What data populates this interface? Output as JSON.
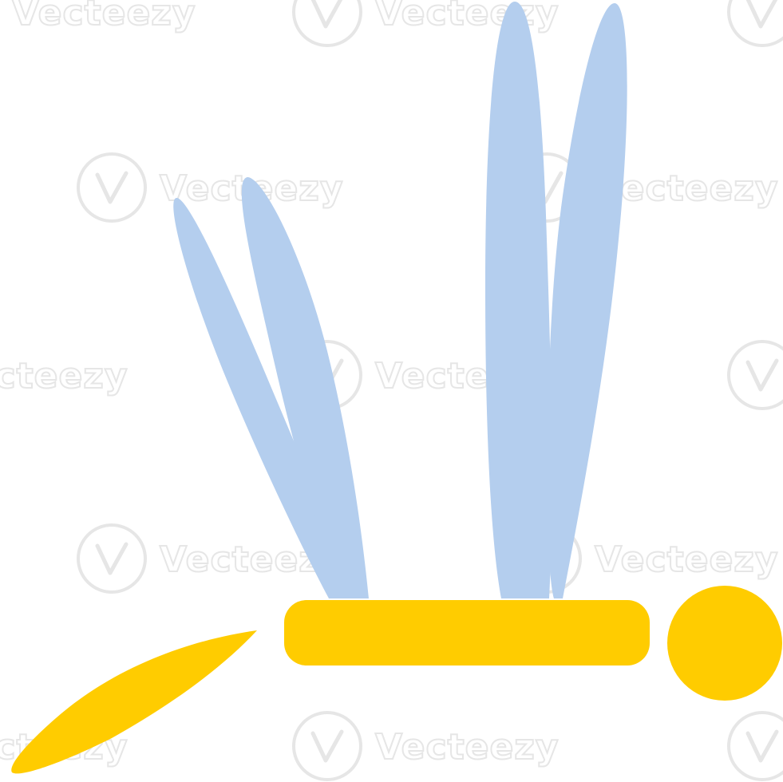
{
  "illustration": {
    "subject": "dragonfly",
    "colors": {
      "wing": "#b4ceee",
      "body": "#ffcc00",
      "background": "#ffffff",
      "watermark": "#e6e6e6"
    },
    "parts": [
      "front-wing-left",
      "front-wing-right",
      "rear-wing-left",
      "rear-wing-right",
      "body",
      "head",
      "tail"
    ]
  },
  "watermark": {
    "brand": "Vecteezy",
    "icon": "vecteezy-logo-icon"
  }
}
